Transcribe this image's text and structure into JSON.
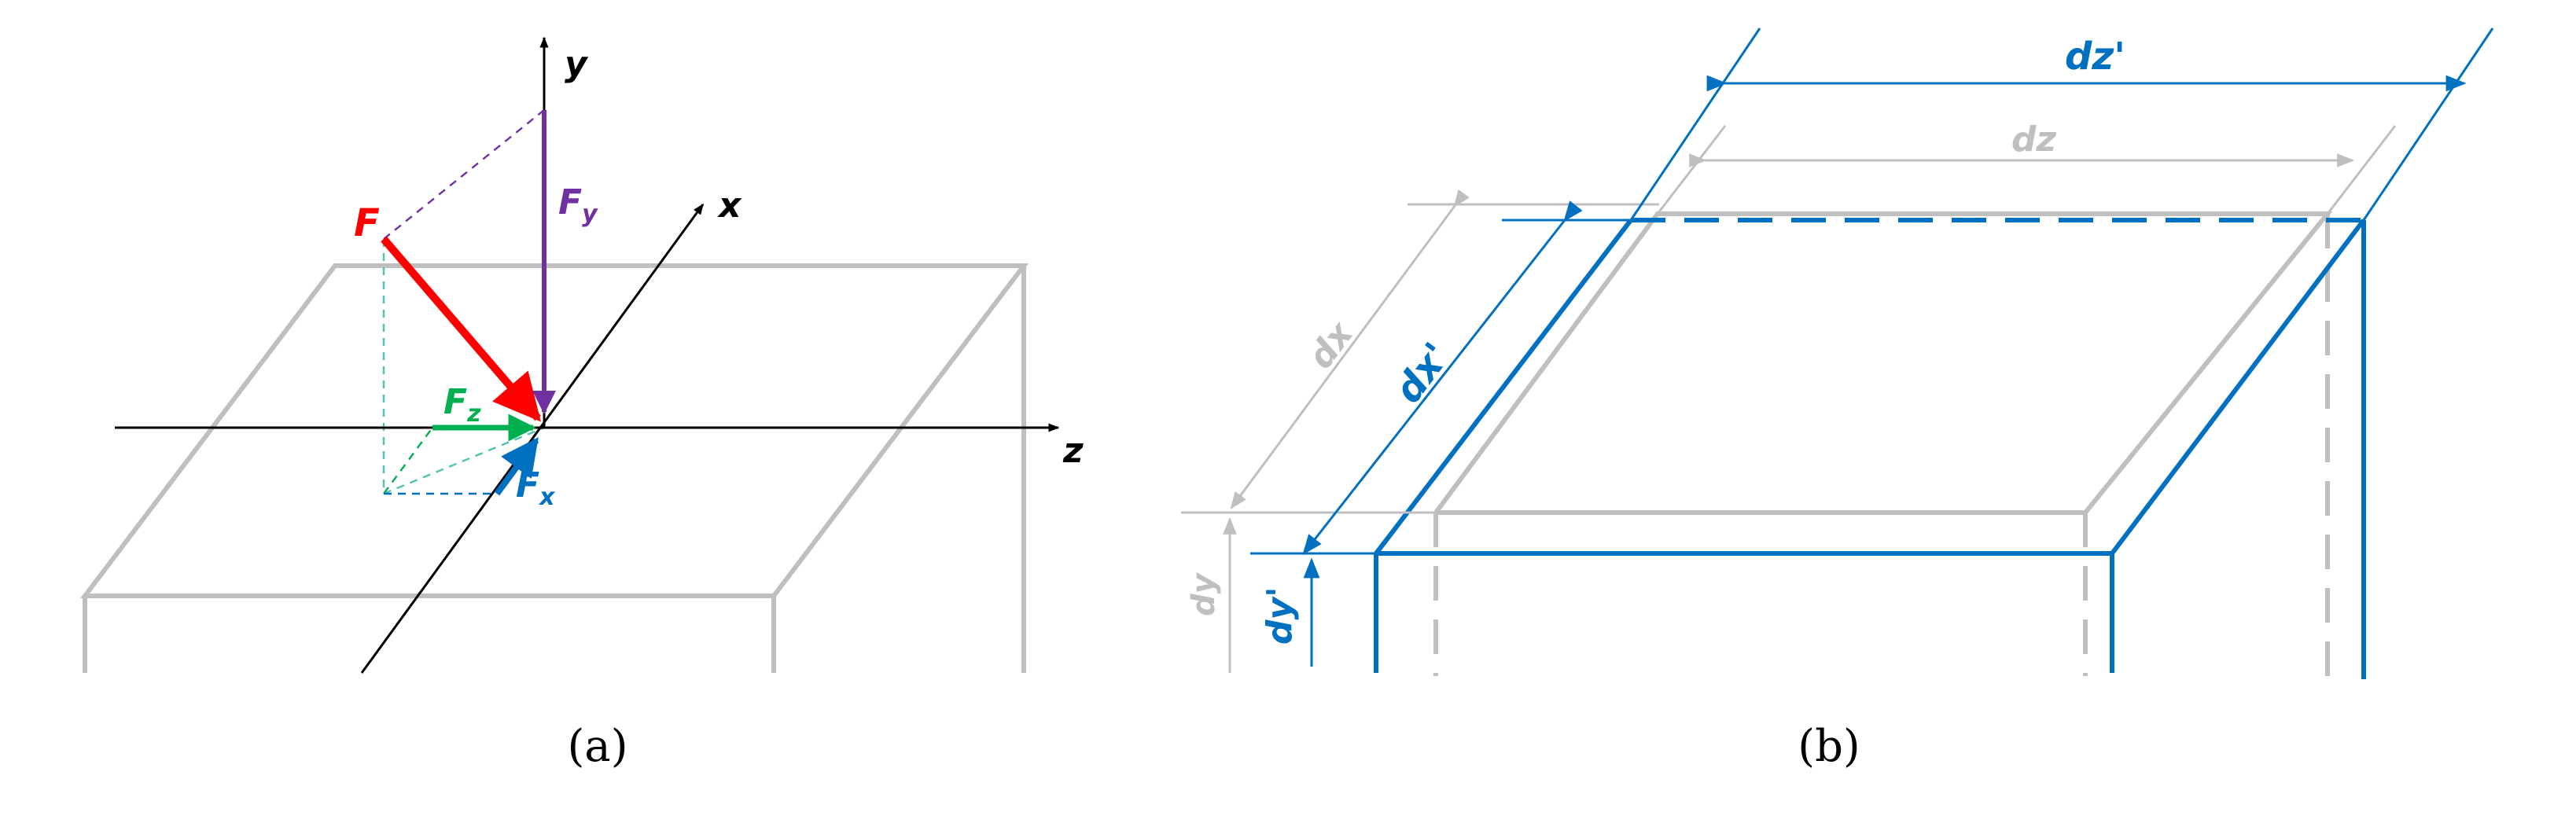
{
  "panel_a": {
    "axis_labels": {
      "y": "y",
      "x": "x",
      "z": "z"
    },
    "force_labels": {
      "F": "F",
      "Fy_main": "F",
      "Fy_sub": "y",
      "Fz_main": "F",
      "Fz_sub": "z",
      "Fx_main": "F",
      "Fx_sub": "x"
    },
    "caption": "(a)"
  },
  "panel_b": {
    "dim_labels": {
      "dz_prime": "dz'",
      "dz": "dz",
      "dx": "dx",
      "dx_prime": "dx'",
      "dy": "dy",
      "dy_prime": "dy'"
    },
    "caption": "(b)"
  },
  "colors": {
    "axis": "#000000",
    "plate": "#bfbfbf",
    "force_F": "#ff0000",
    "force_Fy": "#7030a0",
    "force_Fz": "#00b050",
    "force_Fx": "#0070c0",
    "deformed": "#0070c0",
    "original": "#bfbfbf",
    "projection": "#4fc3b0"
  }
}
